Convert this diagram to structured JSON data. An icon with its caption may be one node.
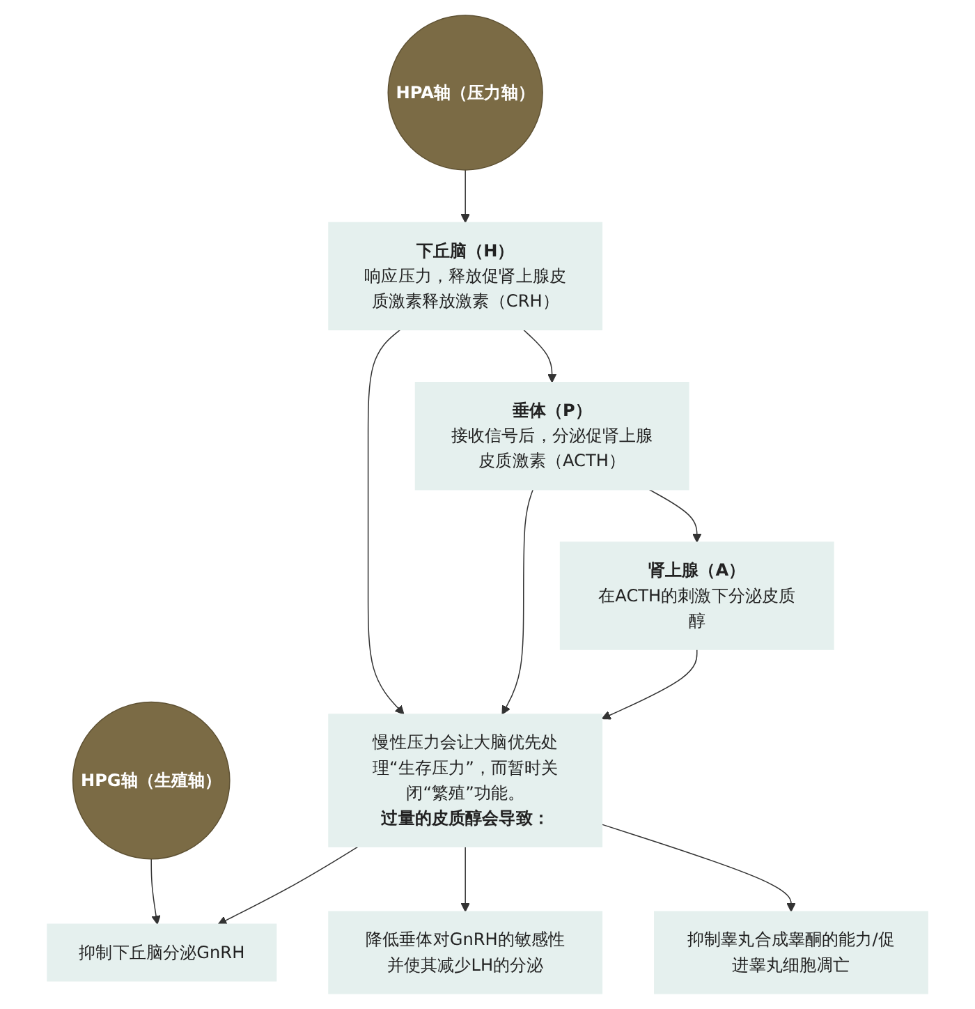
{
  "diagram": {
    "nodes": [
      {
        "text": [
          "HPA轴（压力轴）"
        ]
      },
      {
        "text": [
          "下丘脑（H）",
          "响应压力，释放促肾上腺皮质激素释放激素（CRH）"
        ]
      },
      {
        "text": [
          "垂体（P）",
          "接收信号后，分泌促肾上腺皮质激素（ACTH）"
        ]
      },
      {
        "text": [
          "肾上腺（A）",
          "在ACTH的刺激下分泌皮质醇"
        ]
      },
      {
        "text": [
          "慢性压力会让大脑优先处理“生存压力”，而暂时关闭“繁殖”功能。",
          "过量的皮质醇会导致："
        ]
      },
      {
        "text": [
          "HPG轴（生殖轴）"
        ]
      },
      {
        "text": [
          "抑制下丘脑分泌GnRH"
        ]
      },
      {
        "text": [
          "降低垂体对GnRH的敏感性并使其减少LH的分泌"
        ]
      },
      {
        "text": [
          "抑制睾丸合成睾酮的能力/促进睾丸细胞凋亡"
        ]
      }
    ],
    "edges": [
      {
        "from": 0,
        "to": 1,
        "arrow": "to"
      },
      {
        "from": 1,
        "to": 2,
        "arrow": "to"
      },
      {
        "from": 2,
        "to": 3,
        "arrow": "to"
      },
      {
        "from": 1,
        "to": 4,
        "arrow": "to"
      },
      {
        "from": 2,
        "to": 4,
        "arrow": "to"
      },
      {
        "from": 3,
        "to": 4,
        "arrow": "to"
      },
      {
        "from": 5,
        "to": 6,
        "arrow": "to"
      },
      {
        "from": 4,
        "to": 6,
        "arrow": "to"
      },
      {
        "from": 4,
        "to": 7,
        "arrow": "to"
      },
      {
        "from": 4,
        "to": 8,
        "arrow": "to"
      }
    ]
  }
}
